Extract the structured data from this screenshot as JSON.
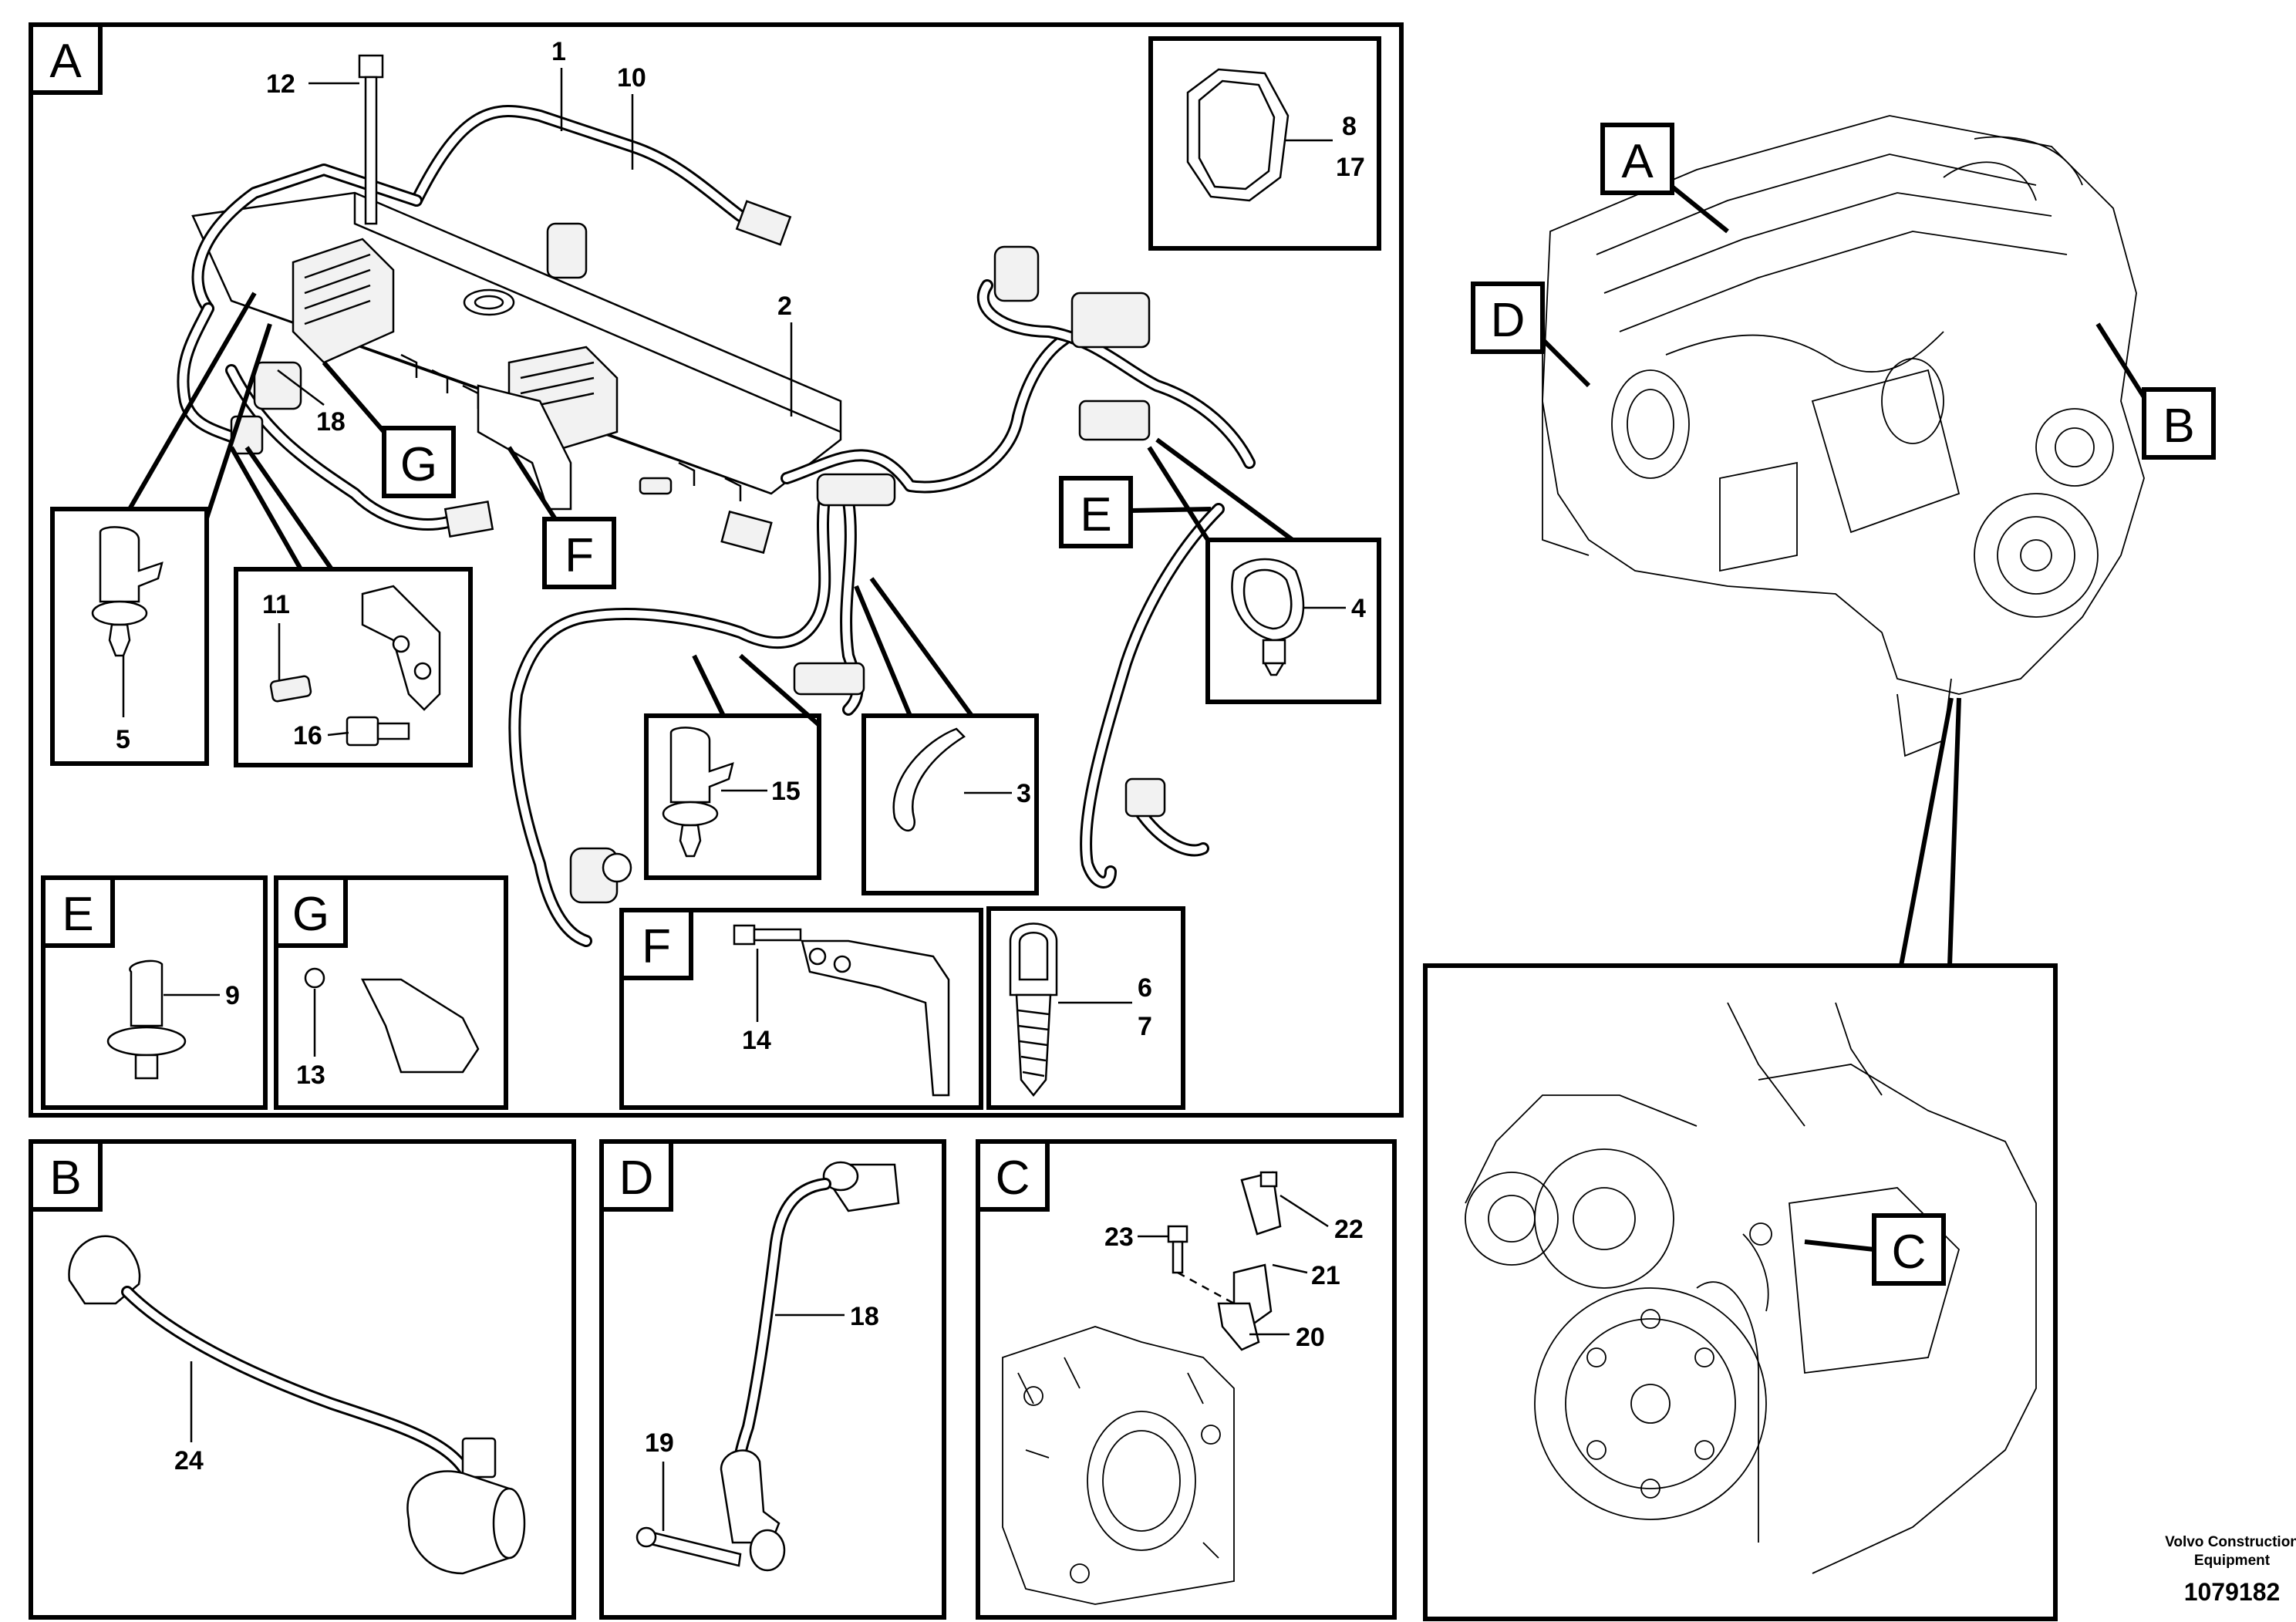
{
  "views": {
    "A": "A",
    "B": "B",
    "C": "C",
    "D": "D",
    "E": "E",
    "F": "F",
    "G": "G"
  },
  "callouts": {
    "n1": "1",
    "n2": "2",
    "n3": "3",
    "n4": "4",
    "n5": "5",
    "n6": "6",
    "n7": "7",
    "n8": "8",
    "n9": "9",
    "n10": "10",
    "n11": "11",
    "n12": "12",
    "n13": "13",
    "n14": "14",
    "n15": "15",
    "n16": "16",
    "n17": "17",
    "n18": "18",
    "n18b": "18",
    "n19": "19",
    "n20": "20",
    "n21": "21",
    "n22": "22",
    "n23": "23",
    "n24": "24"
  },
  "footer": {
    "brand_line1": "Volvo Construction",
    "brand_line2": "Equipment",
    "drawing_number": "1079182"
  }
}
